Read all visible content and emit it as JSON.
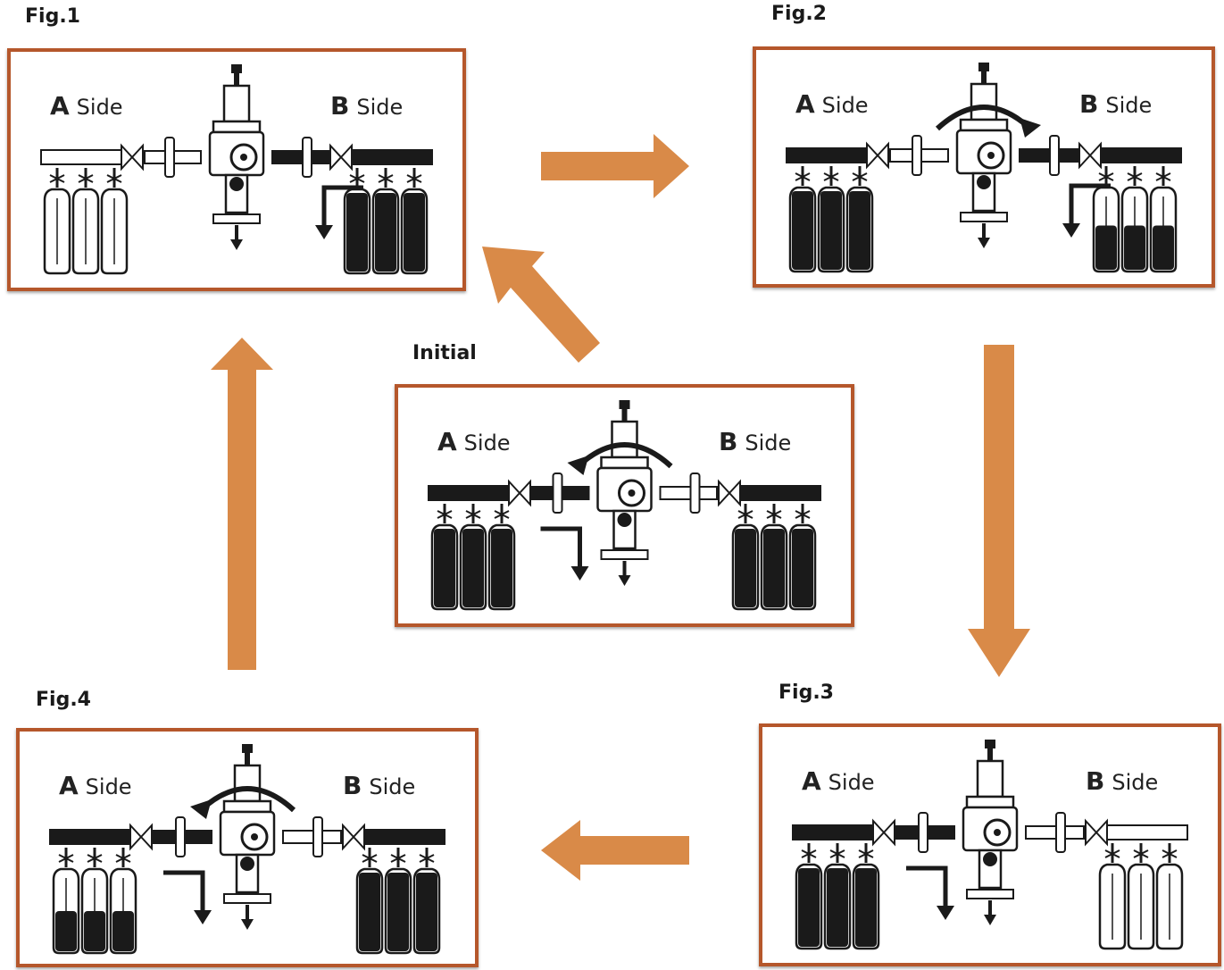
{
  "labels": {
    "fig1": "Fig.1",
    "fig2": "Fig.2",
    "fig3": "Fig.3",
    "fig4": "Fig.4",
    "initial": "Initial"
  },
  "side_a_letter": "A",
  "side_b_letter": "B",
  "side_word": "Side",
  "colors": {
    "frame": "#b5572b",
    "arrow": "#d98a48",
    "ink": "#1a1a1a"
  },
  "panels": [
    {
      "id": "fig1",
      "a_fill": 0.0,
      "b_fill": 1.0,
      "active_side": "B",
      "rotation": "none"
    },
    {
      "id": "fig2",
      "a_fill": 1.0,
      "b_fill": 0.55,
      "active_side": "B",
      "rotation": "clockwise"
    },
    {
      "id": "fig3",
      "a_fill": 1.0,
      "b_fill": 0.0,
      "active_side": "A",
      "rotation": "none"
    },
    {
      "id": "fig4",
      "a_fill": 0.5,
      "b_fill": 1.0,
      "active_side": "A",
      "rotation": "counterclockwise"
    },
    {
      "id": "initial",
      "a_fill": 1.0,
      "b_fill": 1.0,
      "active_side": "A",
      "rotation": "counterclockwise"
    }
  ]
}
